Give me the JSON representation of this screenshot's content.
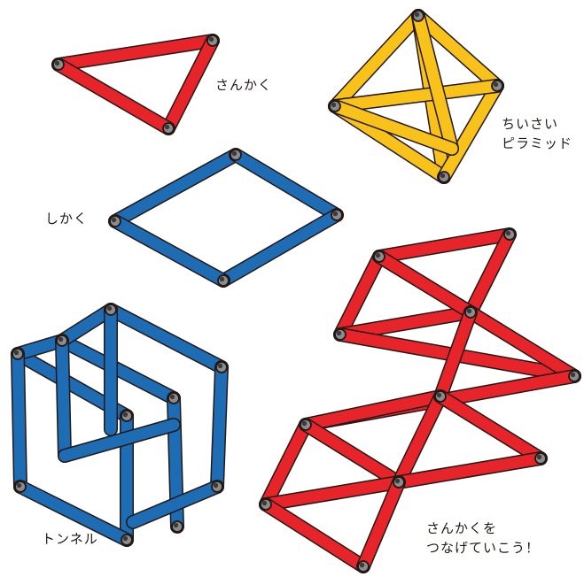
{
  "labels": {
    "triangle": "さんかく",
    "pyramid_line1": "ちいさい",
    "pyramid_line2": "ピラミッド",
    "square": "しかく",
    "tunnel": "トンネル",
    "connect_line1": "さんかくを",
    "connect_line2": "つなげていこう！"
  },
  "colors": {
    "red": "#e8242b",
    "yellow": "#f8c21a",
    "blue": "#1d6cb4",
    "outline": "#231815",
    "joint": "#8c8c8c"
  }
}
